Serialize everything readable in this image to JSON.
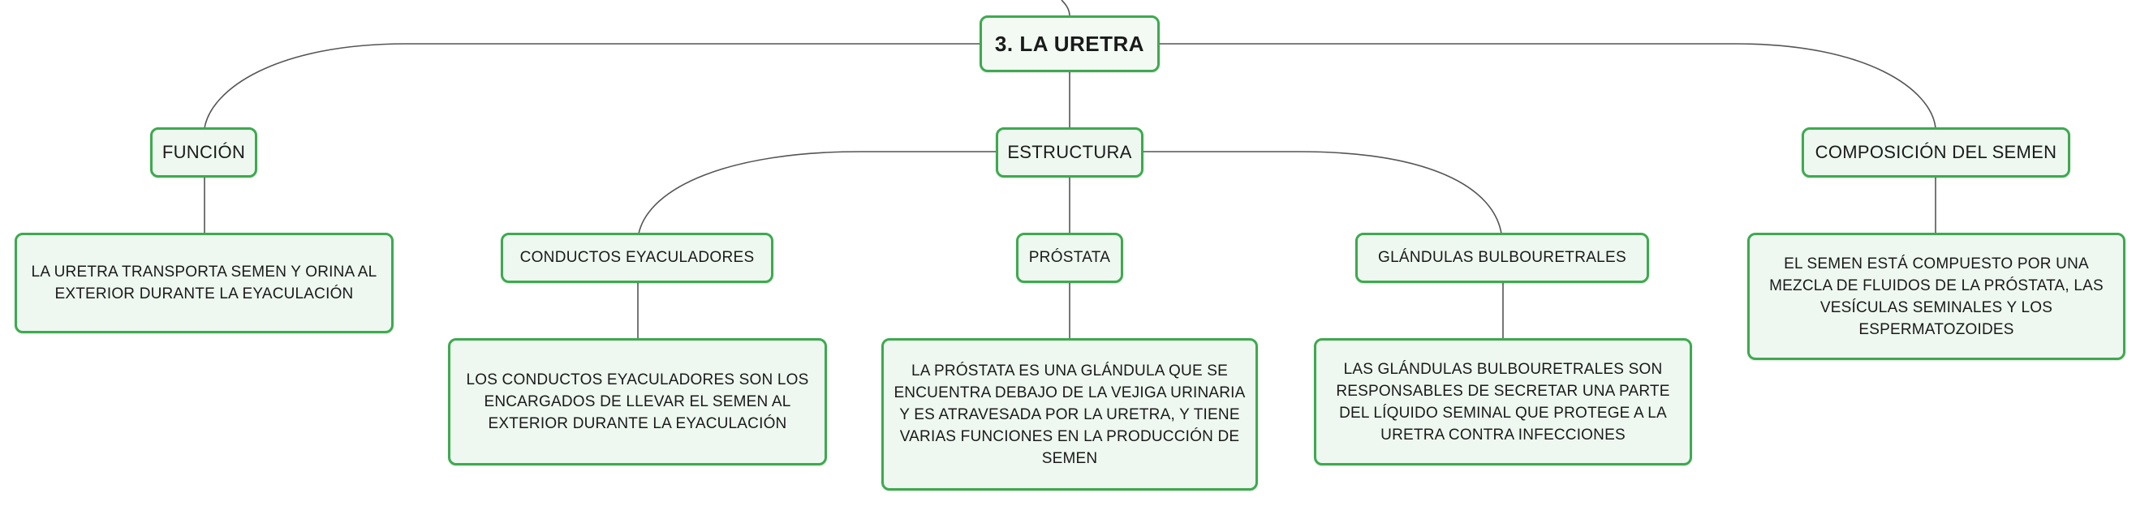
{
  "root": {
    "title": "3. LA URETRA"
  },
  "branches": {
    "funcion": {
      "label": "FUNCIÓN",
      "text": "LA URETRA TRANSPORTA SEMEN Y ORINA AL EXTERIOR DURANTE LA EYACULACIÓN"
    },
    "estructura": {
      "label": "ESTRUCTURA",
      "conductos": {
        "label": "CONDUCTOS EYACULADORES",
        "text": "LOS CONDUCTOS EYACULADORES SON LOS ENCARGADOS DE LLEVAR EL SEMEN AL EXTERIOR DURANTE LA EYACULACIÓN"
      },
      "prostata": {
        "label": "PRÓSTATA",
        "text": "LA PRÓSTATA ES UNA GLÁNDULA QUE SE ENCUENTRA DEBAJO DE LA VEJIGA URINARIA Y ES ATRAVESADA POR LA URETRA, Y TIENE VARIAS FUNCIONES EN LA PRODUCCIÓN DE SEMEN"
      },
      "glandulas": {
        "label": "GLÁNDULAS BULBOURETRALES",
        "text": "LAS GLÁNDULAS BULBOURETRALES SON RESPONSABLES DE SECRETAR UNA PARTE DEL LÍQUIDO SEMINAL QUE PROTEGE A LA URETRA CONTRA INFECCIONES"
      }
    },
    "composicion": {
      "label": "COMPOSICIÓN DEL SEMEN",
      "text": "EL SEMEN ESTÁ COMPUESTO POR UNA MEZCLA DE FLUIDOS DE LA PRÓSTATA, LAS VESÍCULAS SEMINALES Y LOS ESPERMATOZOIDES"
    }
  }
}
